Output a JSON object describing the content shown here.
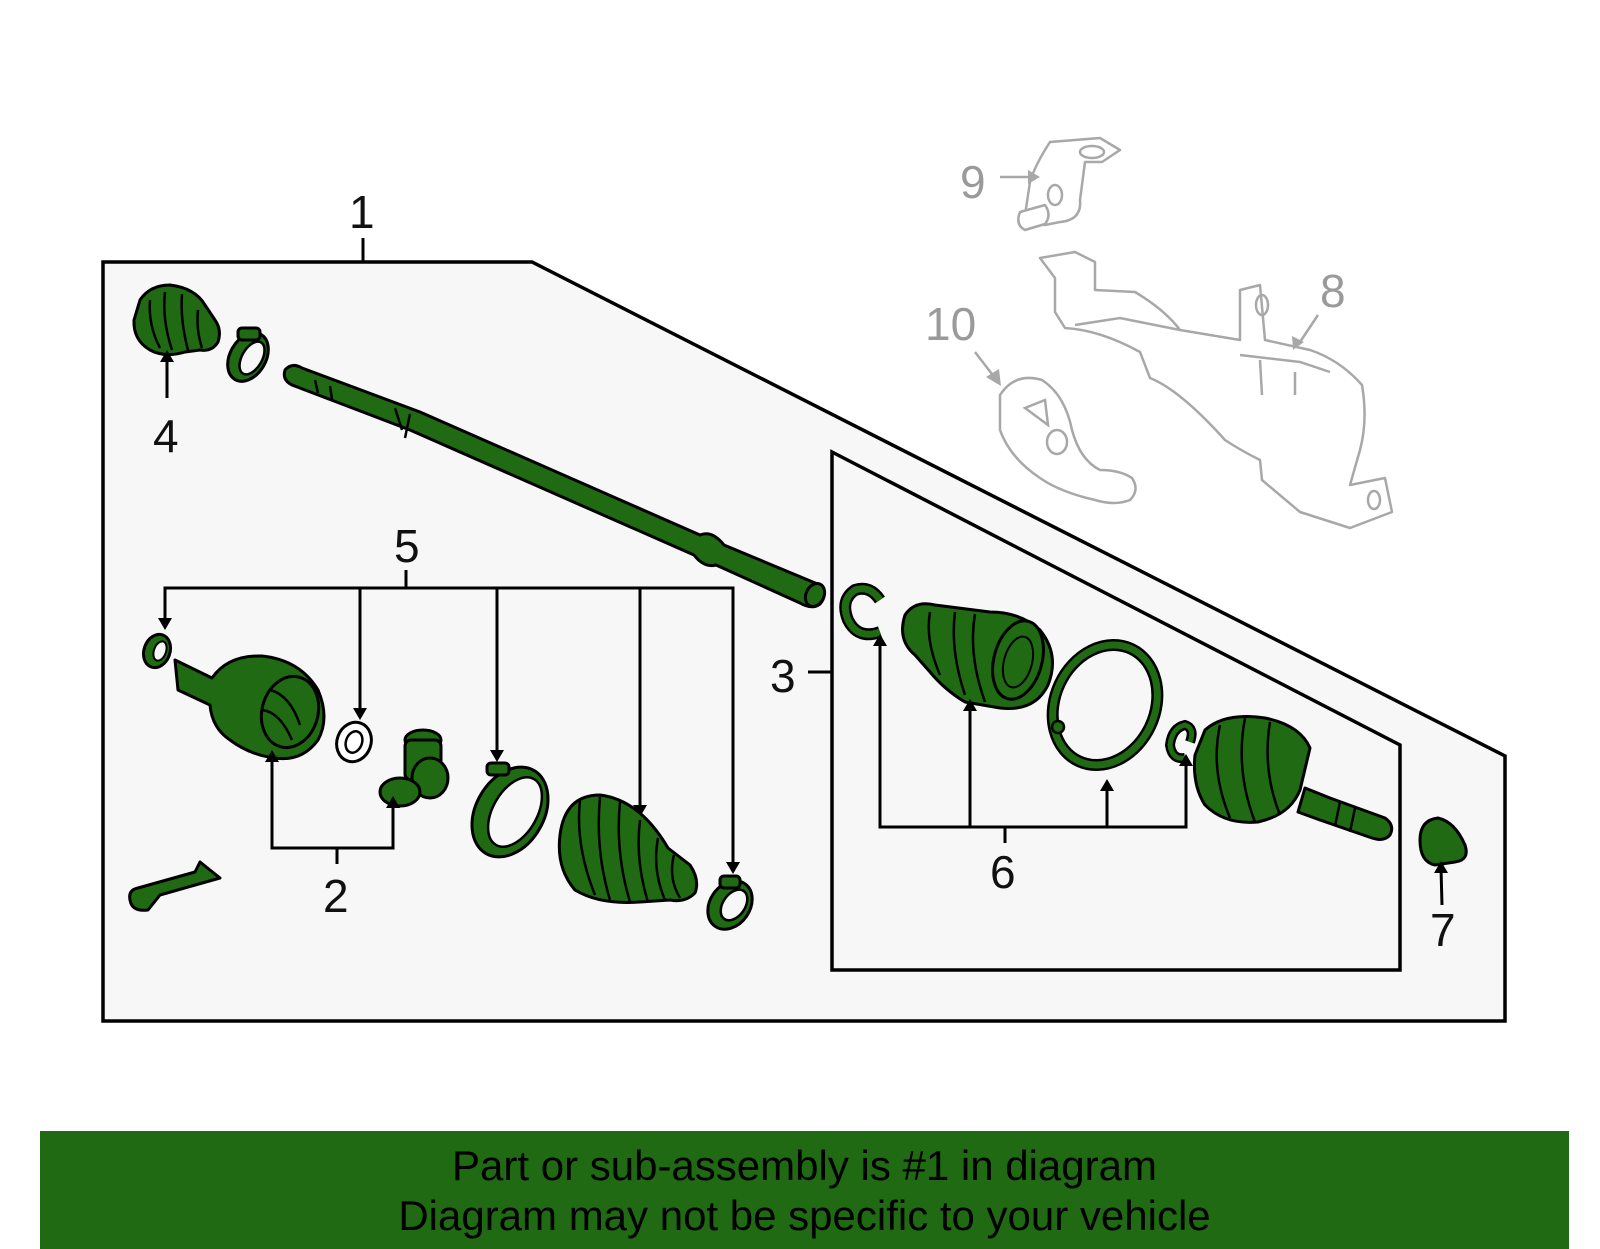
{
  "diagram": {
    "callouts": {
      "c1": "1",
      "c2": "2",
      "c3": "3",
      "c4": "4",
      "c5": "5",
      "c6": "6",
      "c7": "7",
      "c8": "8",
      "c9": "9",
      "c10": "10"
    }
  },
  "banner": {
    "line1": "Part or sub-assembly is #1 in diagram",
    "line2": "Diagram may not be specific to your vehicle"
  },
  "colors": {
    "part_fill": "#1f6a12",
    "banner_background": "#1f6a12",
    "panel_fill": "#f7f7f7",
    "ghost_parts": "#a8a8a8"
  }
}
